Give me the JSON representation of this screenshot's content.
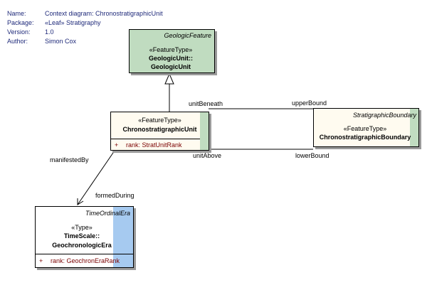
{
  "meta": {
    "name_key": "Name:",
    "name_val": "Context diagram: ChronostratigraphicUnit",
    "package_key": "Package:",
    "package_val": "«Leaf» Stratigraphy",
    "version_key": "Version:",
    "version_val": "1.0",
    "author_key": "Author:",
    "author_val": "Simon Cox"
  },
  "geologic_feature": {
    "title": "GeologicFeature",
    "stereotype": "«FeatureType»",
    "name_line1": "GeologicUnit::",
    "name_line2": "GeologicUnit",
    "fill": "#c0dcc0",
    "stripe": "#c0dcc0"
  },
  "chronostratigraphic_unit": {
    "stereotype": "«FeatureType»",
    "name": "ChronostratigraphicUnit",
    "attr_visibility": "+",
    "attr_text": "rank:  StratUnitRank",
    "fill": "#fffbf0",
    "stripe": "#c0dcc0"
  },
  "stratigraphic_boundary": {
    "title": "StratigraphicBoundary",
    "stereotype": "«FeatureType»",
    "name": "ChronostratigraphicBoundary",
    "fill": "#fffbf0",
    "stripe": "#c0dcc0"
  },
  "time_ordinal_era": {
    "title": "TimeOrdinalEra",
    "stereotype": "«Type»",
    "name_line1": "TimeScale::",
    "name_line2": "GeochronologicEra",
    "attr_visibility": "+",
    "attr_text": "rank:  GeochronEraRank",
    "fill": "#ffffff",
    "stripe": "#a6caf0"
  },
  "labels": {
    "unit_beneath": "unitBeneath",
    "upper_bound": "upperBound",
    "unit_above": "unitAbove",
    "lower_bound": "lowerBound",
    "manifested_by": "manifestedBy",
    "formed_during": "formedDuring"
  }
}
